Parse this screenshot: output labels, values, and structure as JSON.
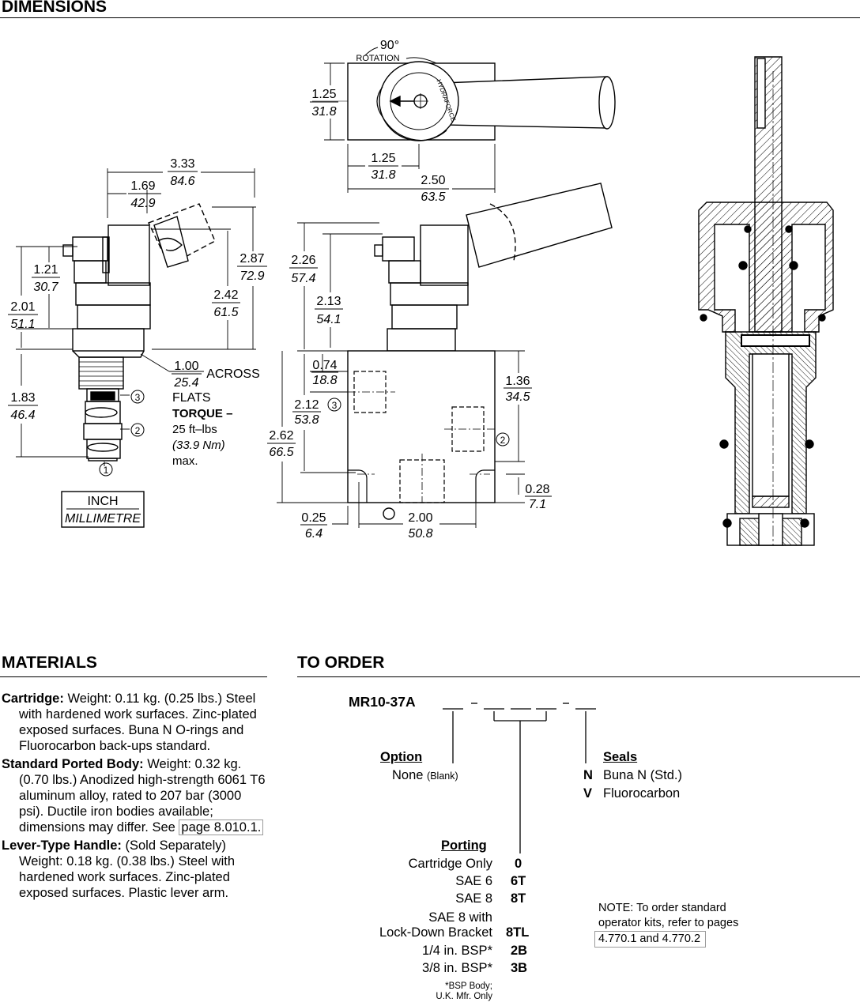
{
  "page": {
    "dimensions_title": "DIMENSIONS",
    "materials_title": "MATERIALS",
    "to_order_title": "TO ORDER"
  },
  "diagram": {
    "rotation_degrees": "90°",
    "rotation_label": "ROTATION",
    "knob_brand": "HYDRAFORCE",
    "top_dims": [
      {
        "inch": "1.25",
        "mm": "31.8"
      },
      {
        "inch": "1.25",
        "mm": "31.8"
      },
      {
        "inch": "2.50",
        "mm": "63.5"
      }
    ],
    "left_dims": [
      {
        "inch": "3.33",
        "mm": "84.6"
      },
      {
        "inch": "1.69",
        "mm": "42.9"
      },
      {
        "inch": "2.87",
        "mm": "72.9"
      },
      {
        "inch": "1.21",
        "mm": "30.7"
      },
      {
        "inch": "2.42",
        "mm": "61.5"
      },
      {
        "inch": "2.01",
        "mm": "51.1"
      },
      {
        "inch": "1.00",
        "mm": "25.4"
      },
      {
        "inch": "1.83",
        "mm": "46.4"
      }
    ],
    "across_flats": [
      "ACROSS",
      "FLATS"
    ],
    "torque": [
      "TORQUE –",
      "25 ft–lbs",
      "(33.9 Nm)",
      "max."
    ],
    "port_numbers": [
      "1",
      "2",
      "3"
    ],
    "legend": {
      "inch": "INCH",
      "mm": "MILLIMETRE"
    },
    "mid_dims": [
      {
        "inch": "2.26",
        "mm": "57.4"
      },
      {
        "inch": "2.13",
        "mm": "54.1"
      },
      {
        "inch": "0.74",
        "mm": "18.8"
      },
      {
        "inch": "2.12",
        "mm": "53.8"
      },
      {
        "inch": "2.62",
        "mm": "66.5"
      },
      {
        "inch": "1.36",
        "mm": "34.5"
      },
      {
        "inch": "0.28",
        "mm": "7.1"
      },
      {
        "inch": "0.25",
        "mm": "6.4"
      },
      {
        "inch": "2.00",
        "mm": "50.8"
      }
    ]
  },
  "materials": {
    "cartridge_label": "Cartridge:",
    "cartridge_text": "Weight: 0.11 kg. (0.25 lbs.) Steel with hardened work surfaces. Zinc-plated exposed surfaces. Buna N O-rings and Fluorocarbon back-ups standard.",
    "body_label": "Standard Ported Body:",
    "body_text": "Weight: 0.32 kg. (0.70 lbs.) Anodized high-strength 6061 T6 aluminum alloy, rated to 207 bar (3000 psi). Ductile iron bodies available; dimensions may differ. See",
    "body_link": "page 8.010.1.",
    "handle_label": "Lever-Type Handle:",
    "handle_text": "(Sold Separately) Weight: 0.18 kg. (0.38 lbs.) Steel with hardened work surfaces. Zinc-plated exposed surfaces. Plastic lever arm."
  },
  "to_order": {
    "model": "MR10-37A",
    "option_label": "Option",
    "option_none": "None",
    "option_blank": "(Blank)",
    "seals_label": "Seals",
    "seals": [
      {
        "code": "N",
        "text": "Buna N (Std.)"
      },
      {
        "code": "V",
        "text": "Fluorocarbon"
      }
    ],
    "porting_label": "Porting",
    "porting": [
      {
        "text": "Cartridge Only",
        "code": "0"
      },
      {
        "text": "SAE 6",
        "code": "6T"
      },
      {
        "text": "SAE 8",
        "code": "8T"
      },
      {
        "text": "SAE 8 with",
        "code": ""
      },
      {
        "text": "Lock-Down Bracket",
        "code": "8TL"
      },
      {
        "text": "1/4 in. BSP*",
        "code": "2B"
      },
      {
        "text": "3/8 in. BSP*",
        "code": "3B"
      }
    ],
    "bsp_note": [
      "*BSP Body;",
      "U.K. Mfr. Only"
    ],
    "note_line1": "NOTE: To order standard",
    "note_line2": "operator kits, refer to pages",
    "note_link": "4.770.1 and 4.770.2"
  }
}
